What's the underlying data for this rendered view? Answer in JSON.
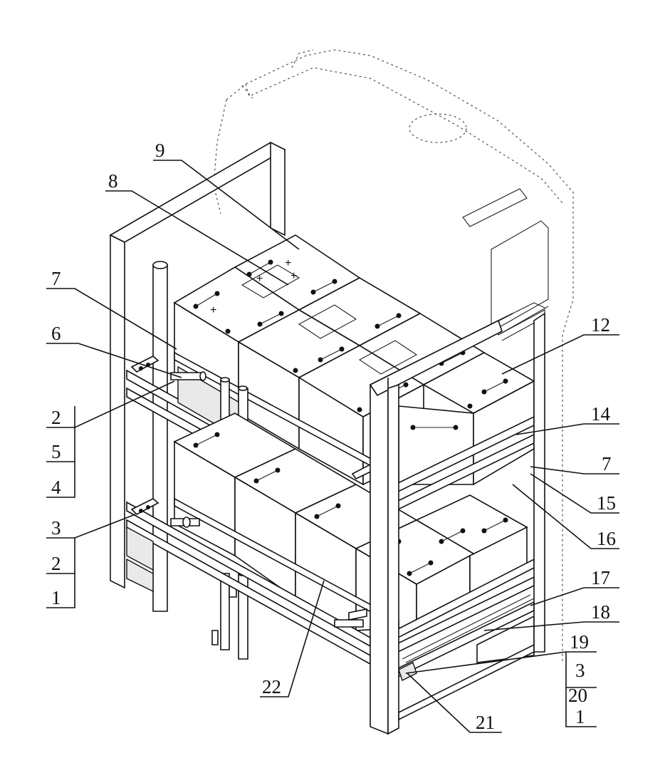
{
  "figure": {
    "labels": [
      {
        "id": "label-9",
        "text": "9"
      },
      {
        "id": "label-8",
        "text": "8"
      },
      {
        "id": "label-7-left",
        "text": "7"
      },
      {
        "id": "label-6",
        "text": "6"
      },
      {
        "id": "label-2-upper",
        "text": "2"
      },
      {
        "id": "label-5",
        "text": "5"
      },
      {
        "id": "label-4",
        "text": "4"
      },
      {
        "id": "label-3-left",
        "text": "3"
      },
      {
        "id": "label-2-lower",
        "text": "2"
      },
      {
        "id": "label-1-left",
        "text": "1"
      },
      {
        "id": "label-12",
        "text": "12"
      },
      {
        "id": "label-14",
        "text": "14"
      },
      {
        "id": "label-7-right",
        "text": "7"
      },
      {
        "id": "label-15",
        "text": "15"
      },
      {
        "id": "label-16",
        "text": "16"
      },
      {
        "id": "label-17",
        "text": "17"
      },
      {
        "id": "label-18",
        "text": "18"
      },
      {
        "id": "label-19",
        "text": "19"
      },
      {
        "id": "label-3-right",
        "text": "3"
      },
      {
        "id": "label-20",
        "text": "20"
      },
      {
        "id": "label-1-right",
        "text": "1"
      },
      {
        "id": "label-21",
        "text": "21"
      },
      {
        "id": "label-22",
        "text": "22"
      }
    ]
  }
}
